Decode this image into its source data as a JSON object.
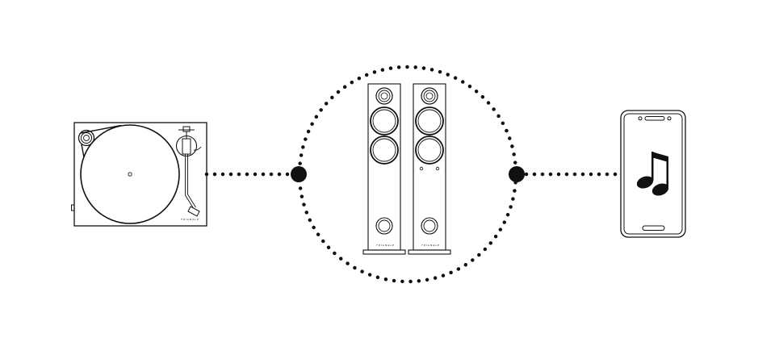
{
  "diagram": {
    "nodes": [
      {
        "id": "turntable",
        "icon": "turntable-icon",
        "brand_label": "TRIANGLE"
      },
      {
        "id": "speakers",
        "icon": "floorstanding-speakers-icon",
        "brand_labels": [
          "TRIANGLE",
          "TRIANGLE"
        ]
      },
      {
        "id": "smartphone",
        "icon": "smartphone-music-icon"
      }
    ],
    "connections": [
      {
        "from": "turntable",
        "to": "speakers",
        "style": "dotted"
      },
      {
        "from": "speakers",
        "to": "smartphone",
        "style": "dotted"
      }
    ],
    "colors": {
      "stroke": "#111111",
      "background": "#ffffff"
    }
  }
}
